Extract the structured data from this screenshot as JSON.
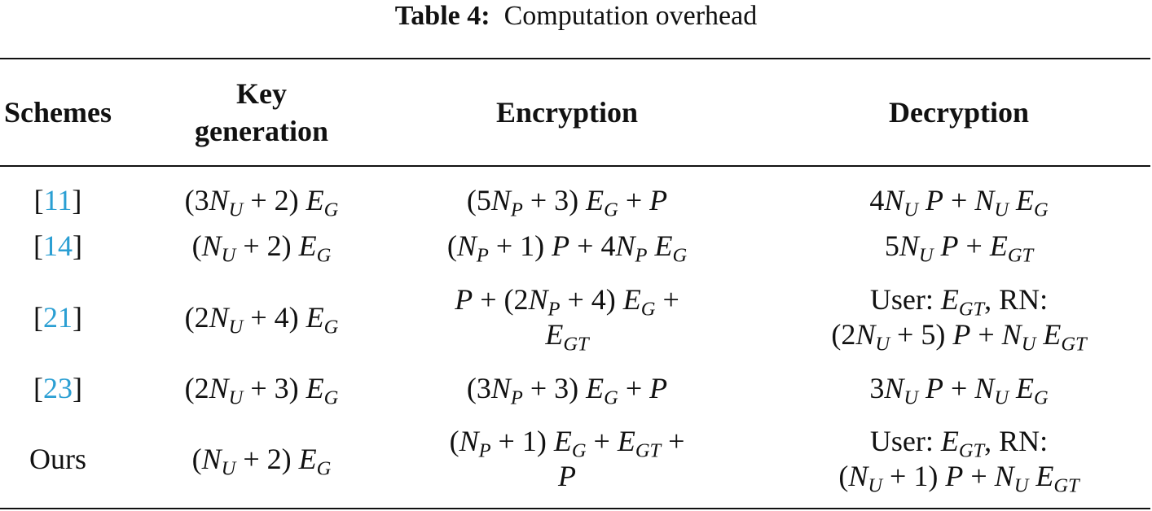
{
  "caption": {
    "label": "Table 4:",
    "text": "Computation overhead"
  },
  "headers": {
    "schemes": "Schemes",
    "keygen_line1": "Key",
    "keygen_line2": "generation",
    "encryption": "Encryption",
    "decryption": "Decryption"
  },
  "rows": [
    {
      "ref": "11",
      "keygen": "(3N_U + 2) E_G",
      "encryption": "(5N_P + 3) E_G + P",
      "decryption": "4N_U P + N_U E_G"
    },
    {
      "ref": "14",
      "keygen": "(N_U + 2) E_G",
      "encryption": "(N_P + 1) P + 4N_P E_G",
      "decryption": "5N_U P + E_GT"
    },
    {
      "ref": "21",
      "keygen": "(2N_U + 4) E_G",
      "encryption_line1": "P + (2N_P + 4) E_G +",
      "encryption_line2": "E_GT",
      "decryption_line1": "User: E_GT, RN:",
      "decryption_line2": "(2N_U + 5) P + N_U E_GT"
    },
    {
      "ref": "23",
      "keygen": "(2N_U + 3) E_G",
      "encryption": "(3N_P + 3) E_G + P",
      "decryption": "3N_U P + N_U E_G"
    },
    {
      "scheme": "Ours",
      "keygen": "(N_U + 2) E_G",
      "encryption_line1": "(N_P + 1) E_G + E_GT +",
      "encryption_line2": "P",
      "decryption_line1": "User: E_GT, RN:",
      "decryption_line2": "(N_U + 1) P + N_U E_GT"
    }
  ],
  "colors": {
    "text": "#111111",
    "reference_link": "#2b9fd3",
    "rule": "#111111"
  }
}
